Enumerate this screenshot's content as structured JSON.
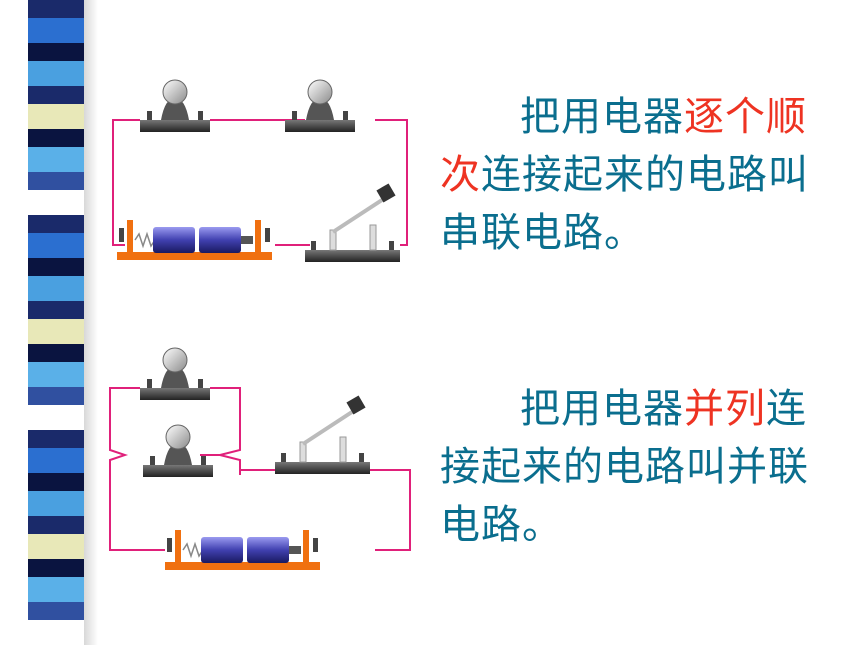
{
  "series": {
    "text_before": "把用电器",
    "highlight": "逐个顺次",
    "text_after": "连接起来的电路叫串联电路。"
  },
  "parallel": {
    "text_before": "把用电器",
    "highlight": "并列",
    "text_after": "连接起来的电路叫并联电路。"
  },
  "colors": {
    "wire": "#e0207a",
    "text": "#0a6e8e",
    "highlight": "#ee3322",
    "battery_base": "#f07010",
    "battery_cell": "#3a3a9a"
  }
}
